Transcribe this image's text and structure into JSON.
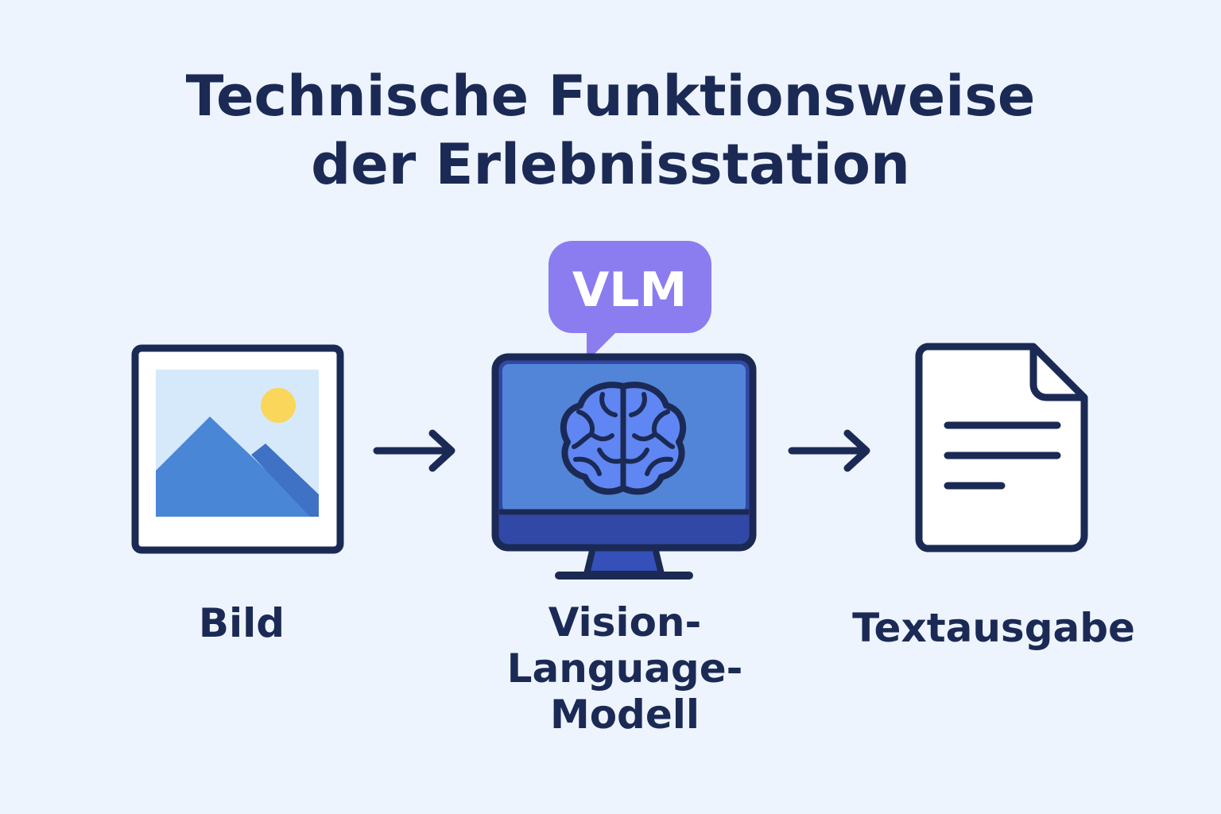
{
  "title": {
    "line1": "Technische Funktionsweise",
    "line2": "der Erlebnisstation"
  },
  "nodes": {
    "image": {
      "label": "Bild",
      "icon": "image-icon"
    },
    "model": {
      "badge": "VLM",
      "label_lines": [
        "Vision-",
        "Language-",
        "Modell"
      ],
      "icon": "monitor-brain-icon"
    },
    "output": {
      "label": "Textausgabe",
      "icon": "document-icon"
    }
  },
  "colors": {
    "background": "#eef4fd",
    "outline": "#1b2a55",
    "badge": "#8b7cf0",
    "screen": "#5285d8",
    "brain": "#5f86f2",
    "sky": "#d6e9fb",
    "mountain": "#4a86d6",
    "sun": "#fad65a"
  }
}
